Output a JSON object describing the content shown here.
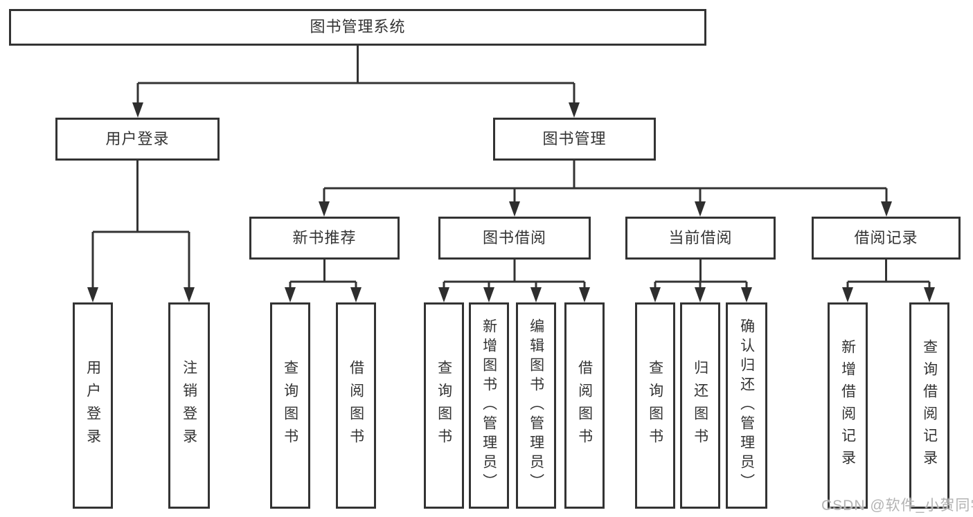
{
  "diagram": {
    "type": "hierarchy",
    "tree": {
      "label": "图书管理系统",
      "children": [
        {
          "label": "用户登录",
          "children": [
            {
              "label": "用户登录"
            },
            {
              "label": "注销登录"
            }
          ]
        },
        {
          "label": "图书管理",
          "children": [
            {
              "label": "新书推荐",
              "children": [
                {
                  "label": "查询图书"
                },
                {
                  "label": "借阅图书"
                }
              ]
            },
            {
              "label": "图书借阅",
              "children": [
                {
                  "label": "查询图书"
                },
                {
                  "label": "新增图书（管理员）"
                },
                {
                  "label": "编辑图书（管理员）"
                },
                {
                  "label": "借阅图书"
                }
              ]
            },
            {
              "label": "当前借阅",
              "children": [
                {
                  "label": "查询图书"
                },
                {
                  "label": "归还图书"
                },
                {
                  "label": "确认归还（管理员）"
                }
              ]
            },
            {
              "label": "借阅记录",
              "children": [
                {
                  "label": "新增借阅记录"
                },
                {
                  "label": "查询借阅记录"
                }
              ]
            }
          ]
        }
      ]
    },
    "colors": {
      "line": "#333333",
      "box_border": "#333333",
      "text": "#333333",
      "background": "#ffffff",
      "watermark": "#b3b3b3"
    }
  },
  "watermark": {
    "text": "CSDN @软件_小贺同学"
  }
}
